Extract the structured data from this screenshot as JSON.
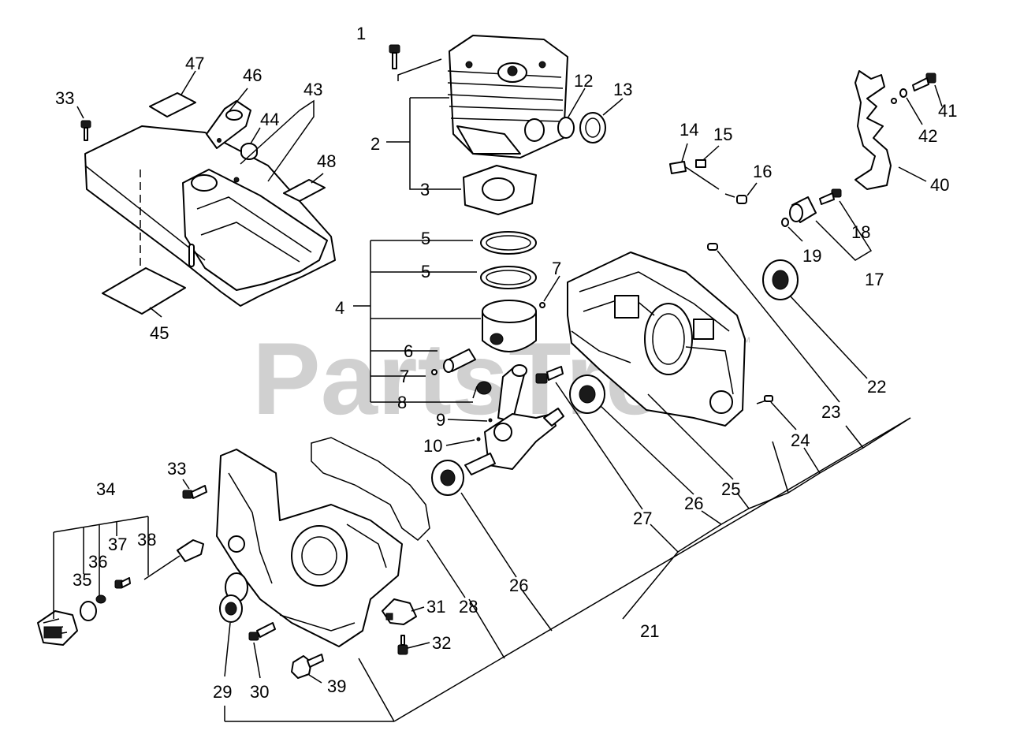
{
  "watermark": {
    "text": "PartsTree",
    "trademark": "™"
  },
  "callouts": [
    "1",
    "2",
    "3",
    "4",
    "5",
    "5",
    "6",
    "7",
    "7",
    "8",
    "9",
    "10",
    "12",
    "13",
    "14",
    "15",
    "16",
    "17",
    "18",
    "19",
    "21",
    "22",
    "23",
    "24",
    "25",
    "26",
    "26",
    "27",
    "28",
    "29",
    "30",
    "31",
    "32",
    "33",
    "33",
    "34",
    "35",
    "36",
    "37",
    "38",
    "39",
    "40",
    "41",
    "42",
    "43",
    "44",
    "45",
    "46",
    "47",
    "48"
  ]
}
